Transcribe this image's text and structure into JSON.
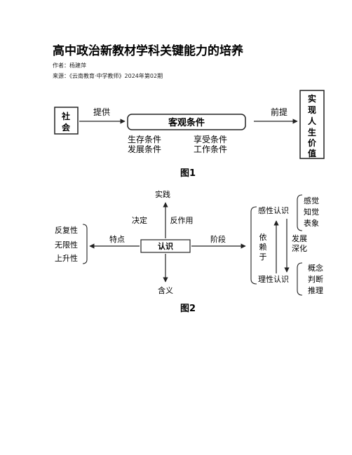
{
  "document": {
    "title": "高中政治新教材学科关键能力的培养",
    "author": "作者：杨建萍",
    "source": "来源：《云南教育·中学教师》2024年第02期"
  },
  "figure1": {
    "caption": "图1",
    "society": [
      "社",
      "会"
    ],
    "provide_label": "提供",
    "center_box": "客观条件",
    "premise_label": "前提",
    "right_box": [
      "实",
      "现",
      "人",
      "生",
      "价",
      "值"
    ],
    "conditions_row1": [
      "生存条件",
      "享受条件"
    ],
    "conditions_row2": [
      "发展条件",
      "工作条件"
    ]
  },
  "figure2": {
    "caption": "图2",
    "center": "认识",
    "top": "实践",
    "bottom": "含义",
    "decide": "决定",
    "react": "反作用",
    "feature_label": "特点",
    "stage_label": "阶段",
    "features": [
      "反复性",
      "无限性",
      "上升性"
    ],
    "perceptual": "感性认识",
    "rational": "理性认识",
    "depend": [
      "依",
      "赖",
      "于"
    ],
    "develop": [
      "发展",
      "深化"
    ],
    "perceptual_items": [
      "感觉",
      "知觉",
      "表象"
    ],
    "rational_items": [
      "概念",
      "判断",
      "推理"
    ]
  }
}
